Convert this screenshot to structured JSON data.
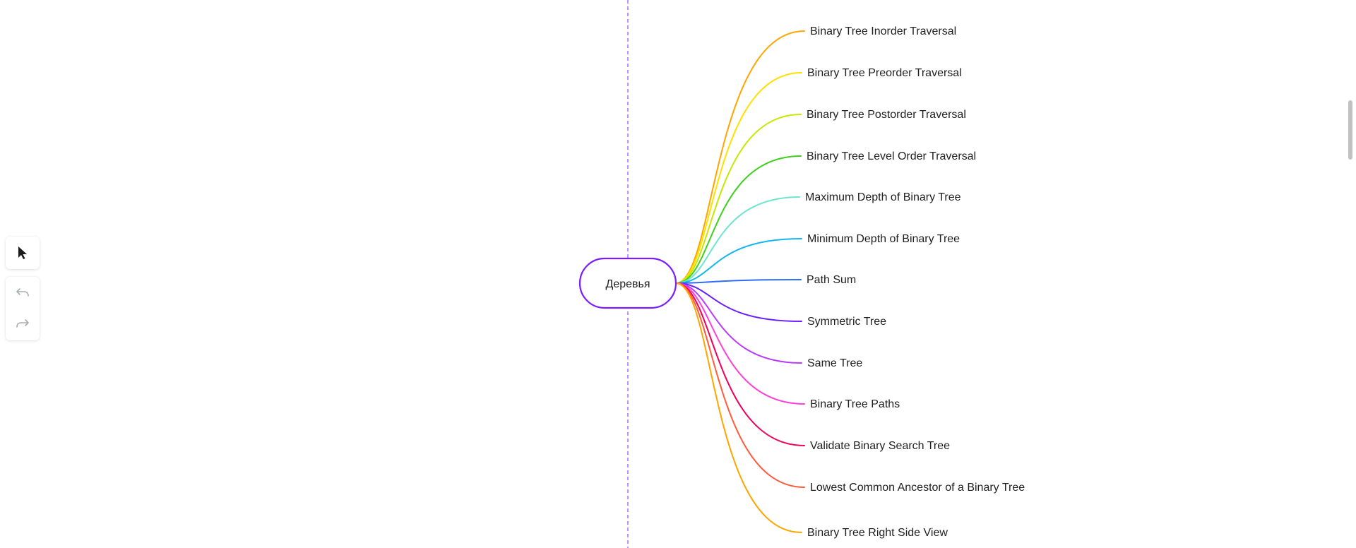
{
  "mindmap": {
    "root": {
      "label": "Деревья",
      "border_color": "#7b1cff"
    },
    "axis_color": "#9b5cff",
    "branches": [
      {
        "label": "Binary Tree Inorder Traversal",
        "color": "#ffa500"
      },
      {
        "label": "Binary Tree Preorder Traversal",
        "color": "#ffe000"
      },
      {
        "label": "Binary Tree Postorder Traversal",
        "color": "#c6e800"
      },
      {
        "label": "Binary Tree Level Order Traversal",
        "color": "#3fcf1f"
      },
      {
        "label": "Maximum Depth of Binary Tree",
        "color": "#6ee4d0"
      },
      {
        "label": "Minimum Depth of Binary Tree",
        "color": "#14b6f0"
      },
      {
        "label": "Path Sum",
        "color": "#2f6bff"
      },
      {
        "label": "Symmetric Tree",
        "color": "#6a1fff"
      },
      {
        "label": "Same Tree",
        "color": "#b73cff"
      },
      {
        "label": "Binary Tree Paths",
        "color": "#ff3fd9"
      },
      {
        "label": "Validate Binary Search Tree",
        "color": "#f0005a"
      },
      {
        "label": "Lowest Common Ancestor of a Binary Tree",
        "color": "#ff5a3a"
      },
      {
        "label": "Binary Tree Right Side View",
        "color": "#ffa500"
      }
    ]
  },
  "toolbar": {
    "select_tool": {
      "icon": "cursor-arrow-icon"
    },
    "undo": {
      "icon": "undo-icon"
    },
    "redo": {
      "icon": "redo-icon"
    }
  }
}
